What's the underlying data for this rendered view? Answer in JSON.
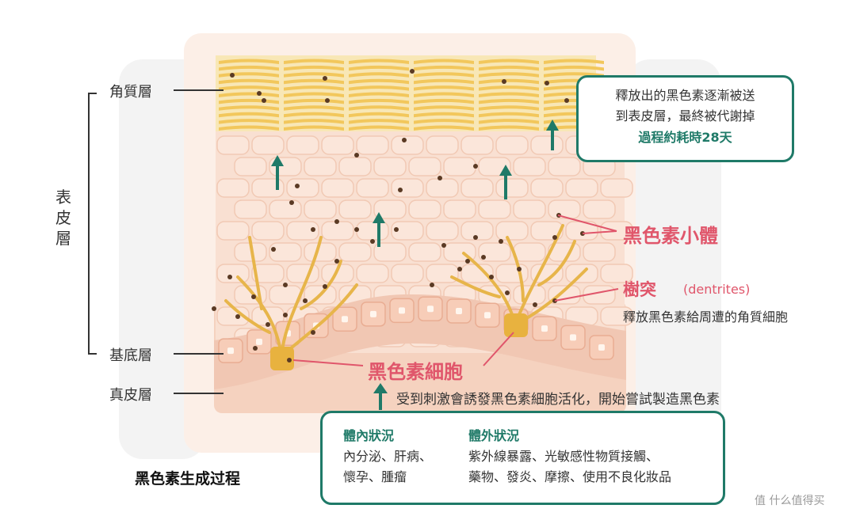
{
  "layers": {
    "epidermis": "表\n皮\n層",
    "stratum_corneum": "角質層",
    "basal_layer": "基底層",
    "dermis": "真皮層"
  },
  "callout_top": {
    "line1": "釋放出的黑色素逐漸被送",
    "line2": "到表皮層，最終被代謝掉",
    "highlight": "過程約耗時28天"
  },
  "labels": {
    "melanosome": "黑色素小體",
    "dendrite": "樹突",
    "dendrite_en": "(dentrites)",
    "dendrite_desc": "釋放黑色素給周遭的角質細胞",
    "melanocyte": "黑色素細胞",
    "activation": "受到刺激會誘發黑色素細胞活化，開始嘗試製造黑色素"
  },
  "callout_bottom": {
    "internal_title": "體內狀況",
    "internal_line1": "內分泌、肝病、",
    "internal_line2": "懷孕、腫瘤",
    "external_title": "體外狀況",
    "external_line1": "紫外線暴露、光敏感性物質接觸、",
    "external_line2": "藥物、發炎、摩擦、使用不良化妝品"
  },
  "caption": "黑色素生成过程",
  "watermark": "值 什么值得买",
  "colors": {
    "accent_teal": "#1f7a68",
    "accent_red": "#e0566b",
    "skin": "#f7d6c3",
    "corneum": "#f2c75c",
    "melanocyte": "#e8b23f"
  }
}
